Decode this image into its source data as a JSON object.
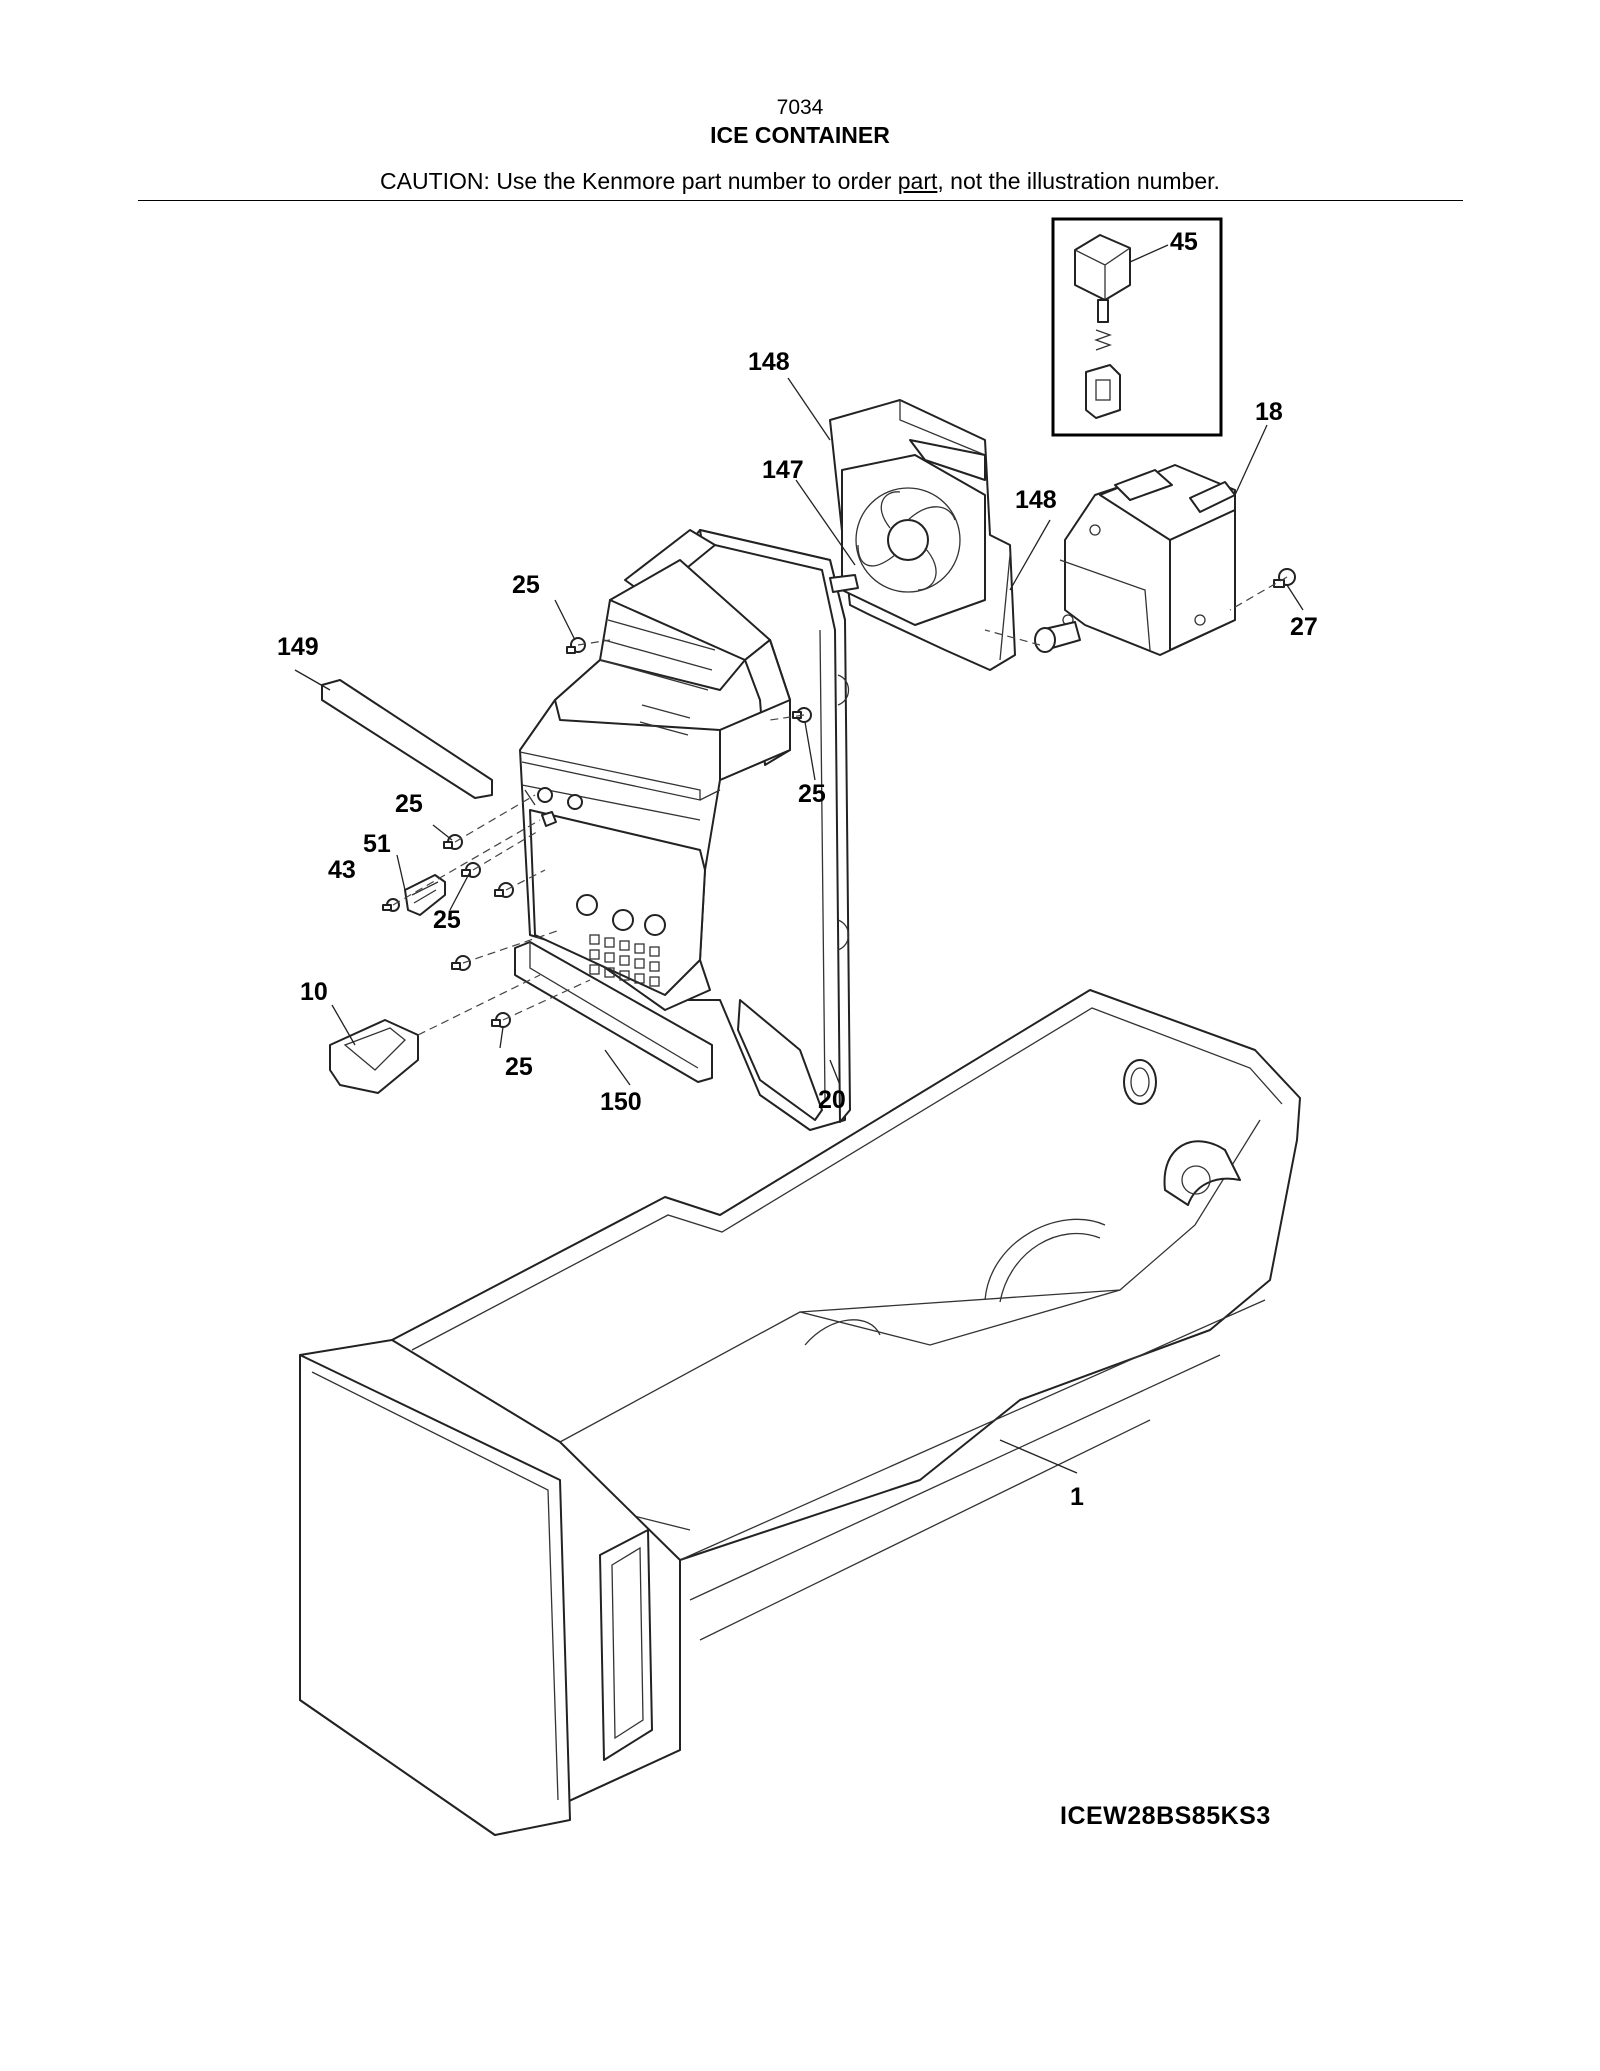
{
  "header": {
    "diagram_number": "7034",
    "title": "ICE CONTAINER",
    "caution_prefix": "CAUTION: Use the Kenmore part number to order ",
    "caution_link": "part",
    "caution_suffix": ", not the illustration number."
  },
  "callouts": {
    "c1": "1",
    "c10": "10",
    "c18": "18",
    "c20": "20",
    "c25a": "25",
    "c25b": "25",
    "c25c": "25",
    "c25d": "25",
    "c25e": "25",
    "c27": "27",
    "c43": "43",
    "c45": "45",
    "c51": "51",
    "c147": "147",
    "c148a": "148",
    "c148b": "148",
    "c149": "149",
    "c150": "150"
  },
  "footer": {
    "model": "ICEW28BS85KS3"
  }
}
